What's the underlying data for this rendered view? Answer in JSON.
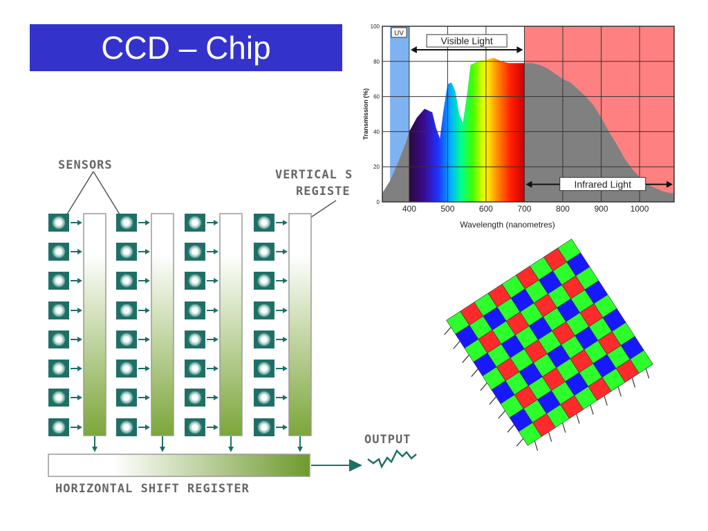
{
  "slide": {
    "title": "CCD – Chip"
  },
  "ccd_diagram": {
    "sensors_label": "SENSORS",
    "vertical_label_line1": "VERTICAL S",
    "vertical_label_line2": "REGISTE",
    "horizontal_label": "HORIZONTAL SHIFT REGISTER",
    "output_label": "OUTPUT",
    "columns": 4,
    "rows": 8,
    "colors": {
      "sensor": "#1f6f66",
      "register": "#7ca63a",
      "arrow": "#1f6f66"
    }
  },
  "chart_data": {
    "type": "area",
    "title": "",
    "xlabel": "Wavelength (nanometres)",
    "ylabel": "Transmission (%)",
    "xlim": [
      330,
      1090
    ],
    "ylim": [
      0,
      100
    ],
    "x_ticks": [
      400,
      500,
      600,
      700,
      800,
      900,
      1000
    ],
    "y_ticks": [
      0,
      20,
      40,
      60,
      80,
      100
    ],
    "grid": true,
    "regions": [
      {
        "label": "UV",
        "x_range": [
          350,
          400
        ],
        "color": "#7fb2f0"
      },
      {
        "label": "Visible Light",
        "x_range": [
          400,
          700
        ],
        "color": "spectrum"
      },
      {
        "label": "Infrared Light",
        "x_range": [
          700,
          1090
        ],
        "color": "#ff8080"
      }
    ],
    "series": [
      {
        "x": [
          330,
          350,
          370,
          390,
          400,
          420,
          440,
          460,
          470,
          480,
          490,
          500,
          510,
          520,
          530,
          540,
          550,
          560,
          570,
          580,
          600,
          620,
          640,
          660,
          680,
          700,
          720,
          740,
          760,
          780,
          800,
          820,
          840,
          860,
          880,
          900,
          920,
          940,
          960,
          980,
          1000,
          1020,
          1040,
          1060,
          1080,
          1090
        ],
        "y": [
          5,
          12,
          22,
          33,
          40,
          48,
          53,
          51,
          42,
          36,
          53,
          67,
          68,
          63,
          50,
          45,
          60,
          78,
          79,
          80,
          81,
          82,
          80,
          79,
          79,
          79,
          79,
          78,
          76,
          73,
          70,
          68,
          64,
          60,
          55,
          48,
          40,
          33,
          25,
          19,
          14,
          10,
          8,
          6,
          5,
          5
        ]
      }
    ]
  },
  "bayer_filter": {
    "grid_size": 9,
    "rotation_deg": 33,
    "colors": {
      "red": "#ff2b2b",
      "green": "#2cff2c",
      "blue": "#1818ff"
    }
  }
}
